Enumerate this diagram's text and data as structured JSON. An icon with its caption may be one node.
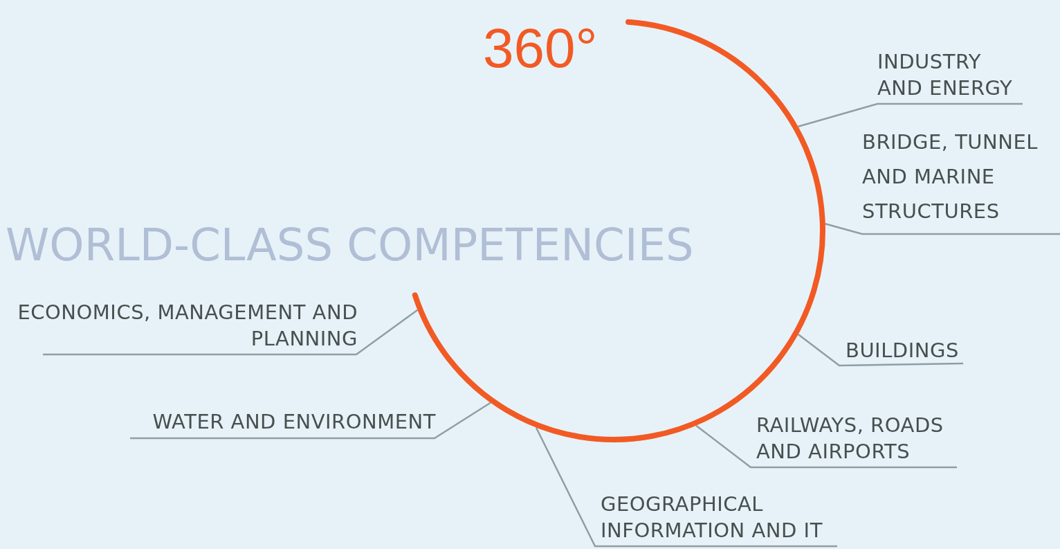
{
  "diagram": {
    "title": "WORLD-CLASS COMPETENCIES",
    "nodes": [
      {
        "text": [],
        "shape": "circle"
      },
      {
        "text": [
          "INDUSTRY AND ENERGY"
        ]
      },
      {
        "text": [
          "BRIDGE, TUNNEL AND MARINE STRUCTURES"
        ]
      },
      {
        "text": [
          "BUILDINGS"
        ]
      },
      {
        "text": [
          "RAILWAYS, ROADS AND AIRPORTS"
        ]
      },
      {
        "text": [
          "GEOGRAPHICAL INFORMATION AND IT"
        ]
      },
      {
        "text": [
          "WATER AND ENVIRONMENT"
        ]
      },
      {
        "text": [
          "ECONOMICS, MANAGEMENT AND PLANNING"
        ]
      }
    ],
    "edges": [
      {
        "from": 1,
        "to": 0,
        "arrow": "none"
      },
      {
        "from": 2,
        "to": 0,
        "arrow": "none"
      },
      {
        "from": 3,
        "to": 0,
        "arrow": "none"
      },
      {
        "from": 4,
        "to": 0,
        "arrow": "none"
      },
      {
        "from": 5,
        "to": 0,
        "arrow": "none"
      },
      {
        "from": 6,
        "to": 0,
        "arrow": "none"
      },
      {
        "from": 7,
        "to": 0,
        "arrow": "none"
      }
    ],
    "labels": [
      "360°"
    ]
  }
}
